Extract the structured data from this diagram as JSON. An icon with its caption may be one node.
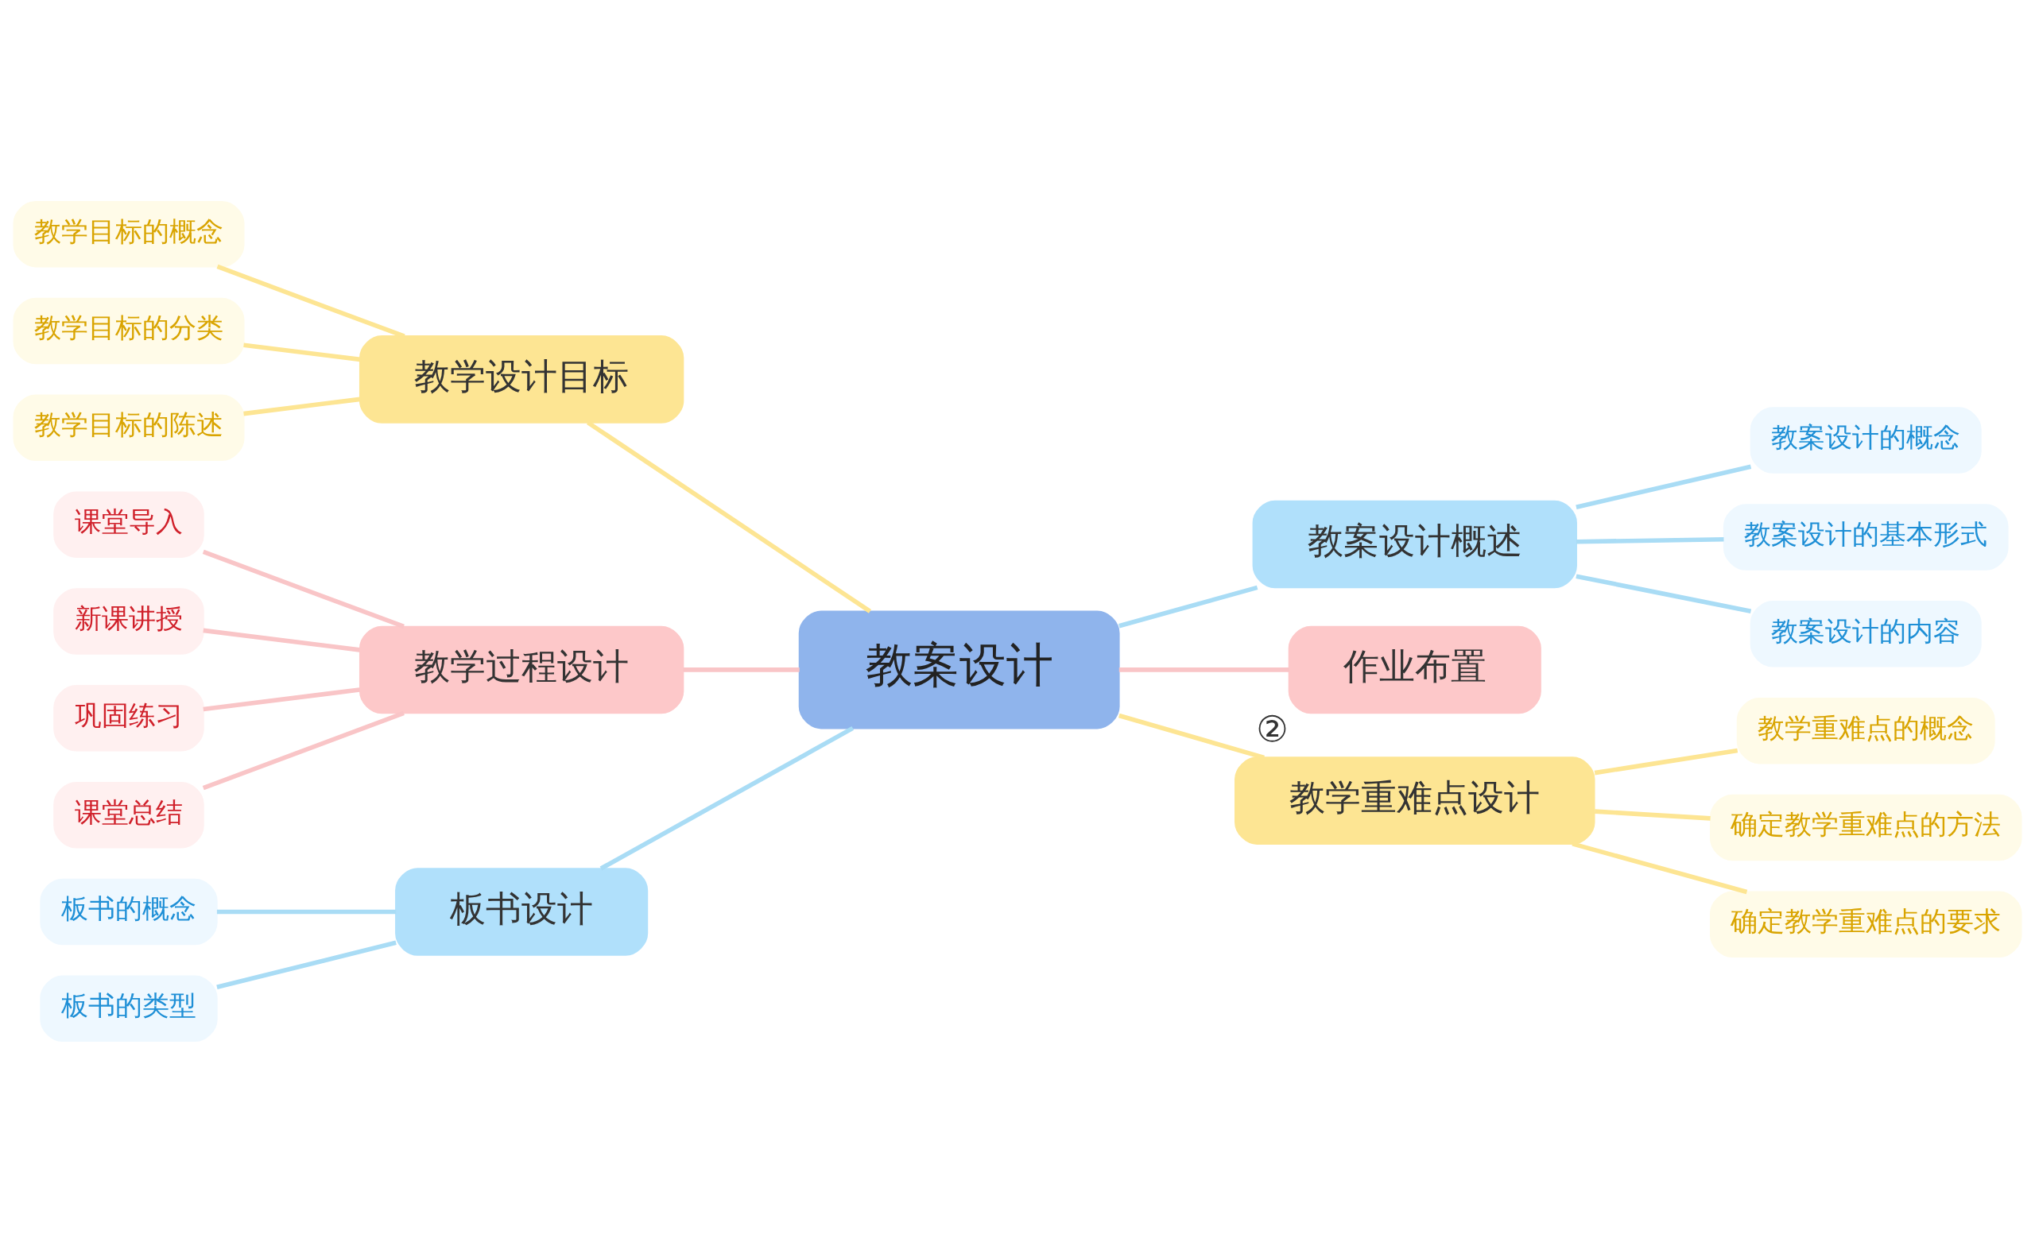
{
  "diagram": {
    "nodes": [
      {
        "text": [
          "教案设计"
        ]
      },
      {
        "text": [
          "教学设计目标"
        ]
      },
      {
        "text": [
          "教学目标的概念"
        ]
      },
      {
        "text": [
          "教学目标的分类"
        ]
      },
      {
        "text": [
          "教学目标的陈述"
        ]
      },
      {
        "text": [
          "教学过程设计"
        ]
      },
      {
        "text": [
          "课堂导入"
        ]
      },
      {
        "text": [
          "新课讲授"
        ]
      },
      {
        "text": [
          "巩固练习"
        ]
      },
      {
        "text": [
          "课堂总结"
        ]
      },
      {
        "text": [
          "板书设计"
        ]
      },
      {
        "text": [
          "板书的概念"
        ]
      },
      {
        "text": [
          "板书的类型"
        ]
      },
      {
        "text": [
          "教案设计概述"
        ]
      },
      {
        "text": [
          "教案设计的概念"
        ]
      },
      {
        "text": [
          "教案设计的基本形式"
        ]
      },
      {
        "text": [
          "教案设计的内容"
        ]
      },
      {
        "text": [
          "作业布置"
        ],
        "beside": [
          "②"
        ]
      },
      {
        "text": [
          "教学重难点设计"
        ]
      },
      {
        "text": [
          "教学重难点的概念"
        ]
      },
      {
        "text": [
          "确定教学重难点的方法"
        ]
      },
      {
        "text": [
          "确定教学重难点的要求"
        ]
      }
    ],
    "edges": [
      {
        "from": 0,
        "to": 1,
        "arrow": "none"
      },
      {
        "from": 1,
        "to": 2,
        "arrow": "none"
      },
      {
        "from": 1,
        "to": 3,
        "arrow": "none"
      },
      {
        "from": 1,
        "to": 4,
        "arrow": "none"
      },
      {
        "from": 0,
        "to": 5,
        "arrow": "none",
        "color": "#f9c5c7"
      },
      {
        "from": 5,
        "to": 6,
        "arrow": "none",
        "color": "#f9c5c7"
      },
      {
        "from": 5,
        "to": 7,
        "arrow": "none",
        "color": "#f9c5c7"
      },
      {
        "from": 5,
        "to": 8,
        "arrow": "none",
        "color": "#f9c5c7"
      },
      {
        "from": 5,
        "to": 9,
        "arrow": "none",
        "color": "#f9c5c7"
      },
      {
        "from": 0,
        "to": 10,
        "arrow": "none",
        "color": "#a9dcf5"
      },
      {
        "from": 10,
        "to": 11,
        "arrow": "none",
        "color": "#a9dcf5"
      },
      {
        "from": 10,
        "to": 12,
        "arrow": "none",
        "color": "#a9dcf5"
      },
      {
        "from": 0,
        "to": 13,
        "arrow": "none",
        "color": "#a9dcf5"
      },
      {
        "from": 13,
        "to": 14,
        "arrow": "none",
        "color": "#a9dcf5"
      },
      {
        "from": 13,
        "to": 15,
        "arrow": "none",
        "color": "#a9dcf5"
      },
      {
        "from": 13,
        "to": 16,
        "arrow": "none",
        "color": "#a9dcf5"
      },
      {
        "from": 0,
        "to": 17,
        "arrow": "none",
        "color": "#f9c5c7"
      },
      {
        "from": 0,
        "to": 18,
        "arrow": "none"
      },
      {
        "from": 18,
        "to": 19,
        "arrow": "none"
      },
      {
        "from": 18,
        "to": 20,
        "arrow": "none"
      },
      {
        "from": 18,
        "to": 21,
        "arrow": "none"
      }
    ]
  }
}
